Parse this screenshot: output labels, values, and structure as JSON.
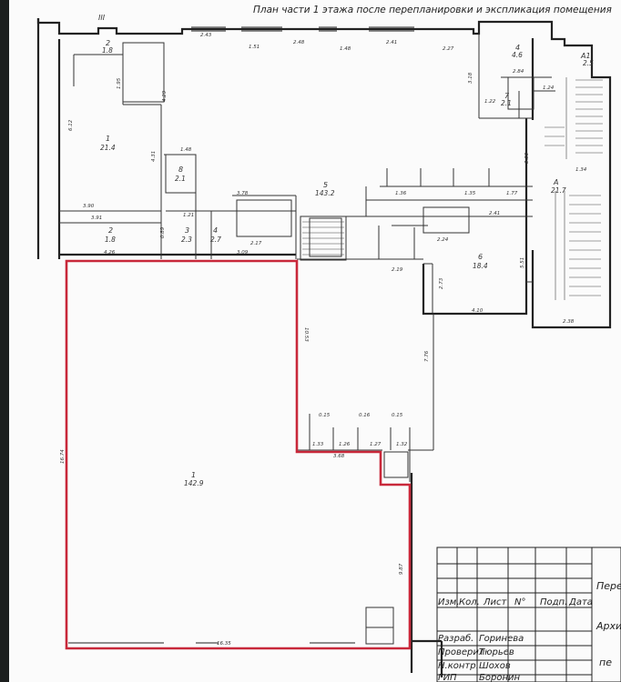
{
  "title": "План части 1 этажа после перепланировки и экспликация помещения",
  "axis_mark": "III",
  "rooms": {
    "r1": {
      "num": "1",
      "area": "142.9"
    },
    "r2": {
      "num": "2",
      "area": "1.8"
    },
    "r3": {
      "num": "3",
      "area": "2.3"
    },
    "r4": {
      "num": "4",
      "area": "2.7"
    },
    "r5": {
      "num": "5",
      "area": "143.2"
    },
    "r6": {
      "num": "6",
      "area": "18.4"
    },
    "r7": {
      "num": "7",
      "area": "2.1"
    },
    "r8": {
      "num": "8",
      "area": "2.1"
    },
    "rA": {
      "num": "А",
      "area": "21.7"
    },
    "r1t": {
      "num": "1",
      "area": "21.4"
    },
    "r2t": {
      "num": "2",
      "area": "1.8"
    },
    "r4t": {
      "num": "4",
      "area": "4.6"
    },
    "rAt": {
      "num": "А1",
      "area": "2.5"
    }
  },
  "dims": {
    "d1": "2.43",
    "d2": "1.51",
    "d3": "2.48",
    "d4": "1.48",
    "d5": "2.41",
    "d6": "2.27",
    "d7": "3.90",
    "d8": "3.91",
    "d9": "4.29",
    "d10": "4.31",
    "d11": "1.48",
    "d12": "3.78",
    "d13": "2.17",
    "d14": "3.09",
    "d15": "4.26",
    "d16": "2.19",
    "d17": "2.73",
    "d18": "2.41",
    "d19": "4.10",
    "d20": "2.24",
    "d21": "7.76",
    "d22": "10.53",
    "d23": "3.68",
    "d24": "16.35",
    "d25": "16.74",
    "d26": "9.87",
    "d27": "2.38",
    "d28": "5.51",
    "d29": "1.32",
    "d30": "1.27",
    "d31": "1.26",
    "d32": "1.33",
    "d33": "0.15",
    "d34": "0.16",
    "d35": "3.30",
    "d36": "1.77",
    "d37": "1.36",
    "d38": "1.35",
    "d39": "2.84",
    "d40": "1.24",
    "d41": "1.22",
    "d42": "0.89",
    "d43": "3.18",
    "d44": "6.12",
    "d45": "1.34",
    "d46": "1.95",
    "d47": "1.21"
  },
  "stamp": {
    "col_izm": "Изм.",
    "col_kol": "Кол.",
    "col_list": "Лист",
    "col_no": "N°",
    "col_podp": "Подп.",
    "col_data": "Дата",
    "role1": "Разраб.",
    "name1": "Горинева",
    "role2": "Проверил",
    "name2": "Тюрьев",
    "role3": "Н.контр.",
    "name3": "Шохов",
    "role4": "ГИП",
    "name4": "Боронин",
    "right1": "Пере",
    "right2": "Архи",
    "right3": "пе"
  },
  "colors": {
    "highlight": "#c8283a",
    "line": "#2a2a2a",
    "wall": "#1e1e1e"
  }
}
